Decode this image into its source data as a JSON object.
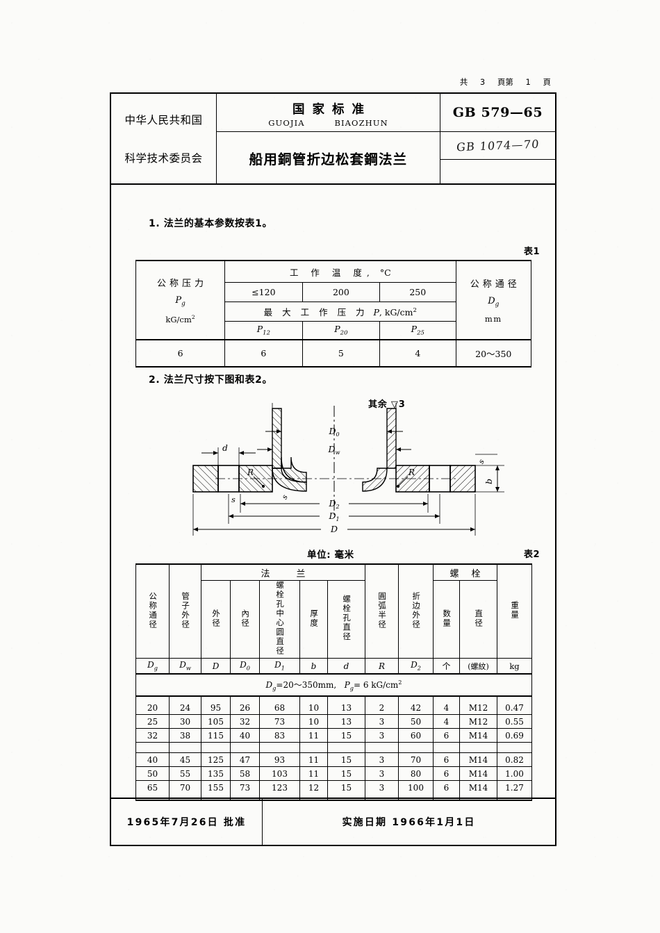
{
  "page": {
    "counter_prefix": "共",
    "total_pages": "3",
    "counter_mid": "頁第",
    "current_page": "1",
    "counter_suffix": "頁"
  },
  "title_block": {
    "issuer_line1": "中华人民共和国",
    "issuer_line2": "科学技术委员会",
    "standard_label_cn": "国家标准",
    "standard_label_pinyin_1": "GUOJIA",
    "standard_label_pinyin_2": "BIAOZHUN",
    "document_title": "船用銅管折边松套鋼法兰",
    "standard_code": "GB 579—65",
    "handwritten_code": "GB 1074—70"
  },
  "clauses": {
    "clause_1": "1.  法兰的基本参数按表1。",
    "clause_2": "2.  法兰尺寸按下图和表2。"
  },
  "table1": {
    "caption": "表1",
    "header": {
      "nominal_pressure_cn": "公称压力",
      "nominal_pressure_sym": "Pg",
      "nominal_pressure_unit": "kG/cm2",
      "working_temp_title": "工作温度, °C",
      "max_pressure_title": "最大工作压力 P, kG/cm2",
      "nominal_bore_cn": "公称通径",
      "nominal_bore_sym": "Dg",
      "nominal_bore_unit": "mm"
    },
    "temperature_columns": [
      "≤120",
      "200",
      "250"
    ],
    "pressure_symbols": [
      "P12",
      "P20",
      "P25"
    ],
    "row": {
      "nominal_pressure": "6",
      "pressures": [
        "6",
        "5",
        "4"
      ],
      "nominal_bore_range": "20～350"
    }
  },
  "drawing": {
    "other_finish_note": "其余 ▽3",
    "labels": {
      "d": "d",
      "R_left": "R",
      "R_right": "R",
      "D0": "D0",
      "Dw": "Dw",
      "D2": "D2",
      "D1": "D1",
      "D": "D",
      "b": "b",
      "s": "s"
    }
  },
  "table2": {
    "caption": "表2",
    "unit_note": "单位: 毫米",
    "group_headers": {
      "flange": "法兰",
      "bolt": "螺栓"
    },
    "columns": [
      {
        "cn": "公称通径",
        "sym": "Dg"
      },
      {
        "cn": "管子外径",
        "sym": "Dw"
      },
      {
        "cn": "外径",
        "sym": "D"
      },
      {
        "cn": "內径",
        "sym": "D0"
      },
      {
        "cn": "螺栓孔中心圆直径",
        "sym": "D1"
      },
      {
        "cn": "厚度",
        "sym": "b"
      },
      {
        "cn": "螺栓孔直径",
        "sym": "d"
      },
      {
        "cn": "圓弧半径",
        "sym": "R"
      },
      {
        "cn": "折边外径",
        "sym": "D2"
      },
      {
        "cn": "数量",
        "sym": "个"
      },
      {
        "cn": "直径",
        "sym": "(螺紋)"
      },
      {
        "cn": "重量",
        "sym": "kg"
      }
    ],
    "range_row": "Dg = 20～350 mm,   Pg = 6 kG/cm2",
    "rows": [
      [
        "20",
        "24",
        "95",
        "26",
        "68",
        "10",
        "13",
        "2",
        "42",
        "4",
        "M12",
        "0.47"
      ],
      [
        "25",
        "30",
        "105",
        "32",
        "73",
        "10",
        "13",
        "3",
        "50",
        "4",
        "M12",
        "0.55"
      ],
      [
        "32",
        "38",
        "115",
        "40",
        "83",
        "11",
        "15",
        "3",
        "60",
        "6",
        "M14",
        "0.69"
      ],
      [
        "40",
        "45",
        "125",
        "47",
        "93",
        "11",
        "15",
        "3",
        "70",
        "6",
        "M14",
        "0.82"
      ],
      [
        "50",
        "55",
        "135",
        "58",
        "103",
        "11",
        "15",
        "3",
        "80",
        "6",
        "M14",
        "1.00"
      ],
      [
        "65",
        "70",
        "155",
        "73",
        "123",
        "12",
        "15",
        "3",
        "100",
        "6",
        "M14",
        "1.27"
      ]
    ]
  },
  "footer": {
    "approval": "1965年7月26日 批准",
    "effective": "实施日期   1966年1月1日"
  }
}
